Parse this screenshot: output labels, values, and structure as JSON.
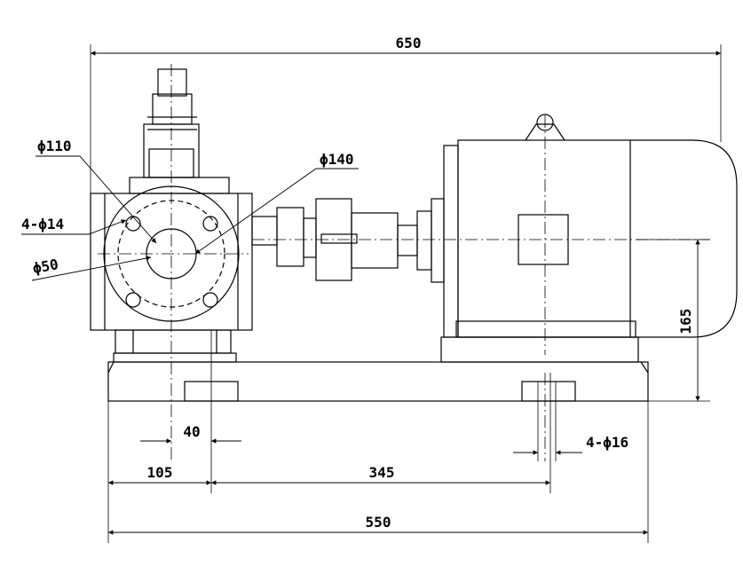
{
  "drawing": {
    "dimensions": {
      "overall_width": "650",
      "flange_dia": "ϕ110",
      "coupling_dia": "ϕ140",
      "bolt_holes": "4-ϕ14",
      "port_dia": "ϕ50",
      "shaft_height": "165",
      "offset_small": "40",
      "pump_offset": "105",
      "bolt_span": "345",
      "base_length": "550",
      "base_holes": "4-ϕ16"
    },
    "colors": {
      "line": "#000000",
      "background": "#ffffff"
    }
  }
}
